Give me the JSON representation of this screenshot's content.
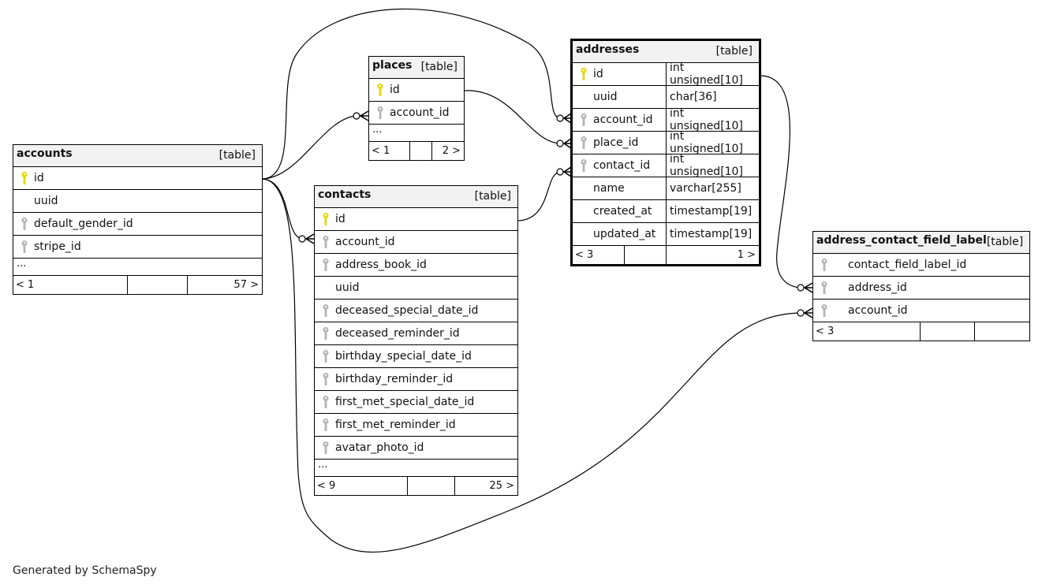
{
  "diagram": {
    "credit": "Generated by SchemaSpy",
    "tables": {
      "accounts": {
        "name": "accounts",
        "kind": "[table]",
        "columns": [
          {
            "name": "id",
            "key": "primary"
          },
          {
            "name": "uuid",
            "key": "none"
          },
          {
            "name": "default_gender_id",
            "key": "foreign"
          },
          {
            "name": "stripe_id",
            "key": "foreign"
          }
        ],
        "more": "...",
        "footer": {
          "parents": "< 1",
          "middle": "",
          "children": "57 >"
        }
      },
      "places": {
        "name": "places",
        "kind": "[table]",
        "columns": [
          {
            "name": "id",
            "key": "primary"
          },
          {
            "name": "account_id",
            "key": "foreign"
          }
        ],
        "more": "...",
        "footer": {
          "parents": "< 1",
          "middle": "",
          "children": "2 >"
        }
      },
      "contacts": {
        "name": "contacts",
        "kind": "[table]",
        "columns": [
          {
            "name": "id",
            "key": "primary"
          },
          {
            "name": "account_id",
            "key": "foreign"
          },
          {
            "name": "address_book_id",
            "key": "foreign"
          },
          {
            "name": "uuid",
            "key": "none"
          },
          {
            "name": "deceased_special_date_id",
            "key": "foreign"
          },
          {
            "name": "deceased_reminder_id",
            "key": "foreign"
          },
          {
            "name": "birthday_special_date_id",
            "key": "foreign"
          },
          {
            "name": "birthday_reminder_id",
            "key": "foreign"
          },
          {
            "name": "first_met_special_date_id",
            "key": "foreign"
          },
          {
            "name": "first_met_reminder_id",
            "key": "foreign"
          },
          {
            "name": "avatar_photo_id",
            "key": "foreign"
          }
        ],
        "more": "...",
        "footer": {
          "parents": "< 9",
          "middle": "",
          "children": "25 >"
        }
      },
      "addresses": {
        "name": "addresses",
        "kind": "[table]",
        "columns": [
          {
            "name": "id",
            "key": "primary",
            "type": "int unsigned[10]"
          },
          {
            "name": "uuid",
            "key": "none",
            "type": "char[36]"
          },
          {
            "name": "account_id",
            "key": "foreign",
            "type": "int unsigned[10]"
          },
          {
            "name": "place_id",
            "key": "foreign",
            "type": "int unsigned[10]"
          },
          {
            "name": "contact_id",
            "key": "foreign",
            "type": "int unsigned[10]"
          },
          {
            "name": "name",
            "key": "none",
            "type": "varchar[255]"
          },
          {
            "name": "created_at",
            "key": "none",
            "type": "timestamp[19]"
          },
          {
            "name": "updated_at",
            "key": "none",
            "type": "timestamp[19]"
          }
        ],
        "footer": {
          "parents": "< 3",
          "middle": "",
          "children": "1 >"
        }
      },
      "address_contact_field_label": {
        "name": "address_contact_field_label",
        "kind": "[table]",
        "columns": [
          {
            "name": "contact_field_label_id",
            "key": "foreign"
          },
          {
            "name": "address_id",
            "key": "foreign"
          },
          {
            "name": "account_id",
            "key": "foreign"
          }
        ],
        "footer": {
          "parents": "< 3",
          "middle": "",
          "children": ""
        }
      }
    },
    "relationships": [
      {
        "from": "places.account_id",
        "to": "accounts.id"
      },
      {
        "from": "contacts.account_id",
        "to": "accounts.id"
      },
      {
        "from": "addresses.account_id",
        "to": "accounts.id"
      },
      {
        "from": "addresses.place_id",
        "to": "places.id"
      },
      {
        "from": "addresses.contact_id",
        "to": "contacts.id"
      },
      {
        "from": "address_contact_field_label.address_id",
        "to": "addresses.id"
      },
      {
        "from": "address_contact_field_label.account_id",
        "to": "accounts.id"
      }
    ],
    "colors": {
      "primary_key": "#e6d800",
      "foreign_key": "#b4b4b4",
      "header_bg": "#f2f2f2",
      "line": "#000000"
    }
  }
}
